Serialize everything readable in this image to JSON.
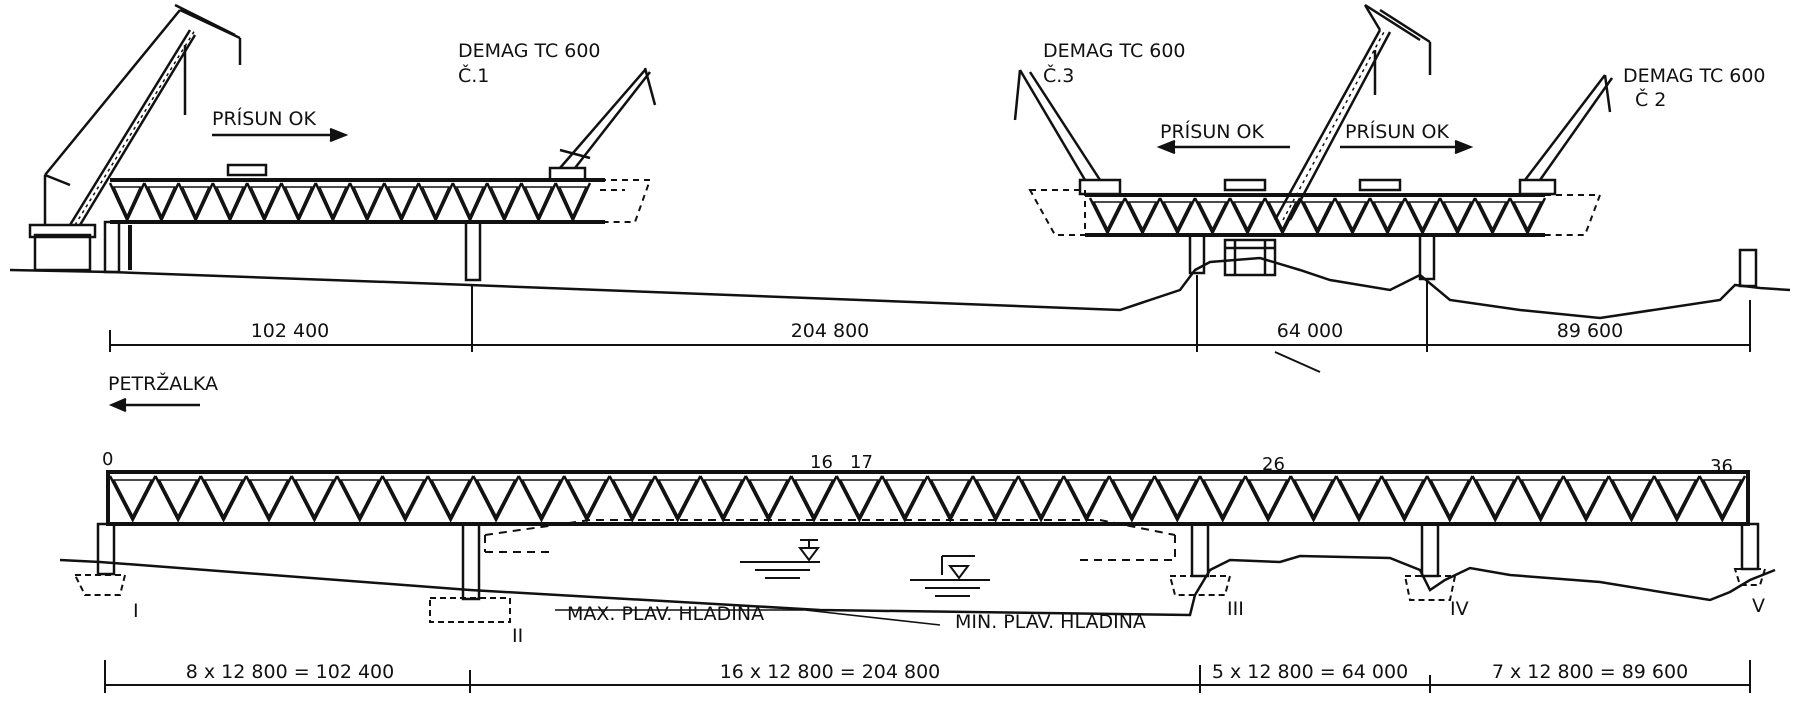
{
  "top": {
    "cranes": [
      {
        "model": "DEMAG TC 600",
        "id": "Č.1"
      },
      {
        "model": "DEMAG TC 600",
        "id": "Č.3"
      },
      {
        "model": "DEMAG TC 600",
        "id": "Č 2"
      }
    ],
    "arrows": [
      "PRÍSUN OK",
      "PRÍSUN OK",
      "PRÍSUN OK"
    ],
    "dims": [
      "102 400",
      "204 800",
      "64 000",
      "89 600"
    ],
    "direction": "PETRŽALKA"
  },
  "bottom": {
    "node_labels": [
      "0",
      "16",
      "17",
      "26",
      "36"
    ],
    "pier_labels": [
      "I",
      "II",
      "III",
      "IV",
      "V"
    ],
    "water": [
      "MAX. PLAV. HLADINA",
      "MIN. PLAV. HLADINA"
    ],
    "dims": [
      "8 x 12 800 = 102 400",
      "16 x 12 800 = 204 800",
      "5 x 12 800 = 64 000",
      "7 x 12 800 = 89 600"
    ]
  }
}
